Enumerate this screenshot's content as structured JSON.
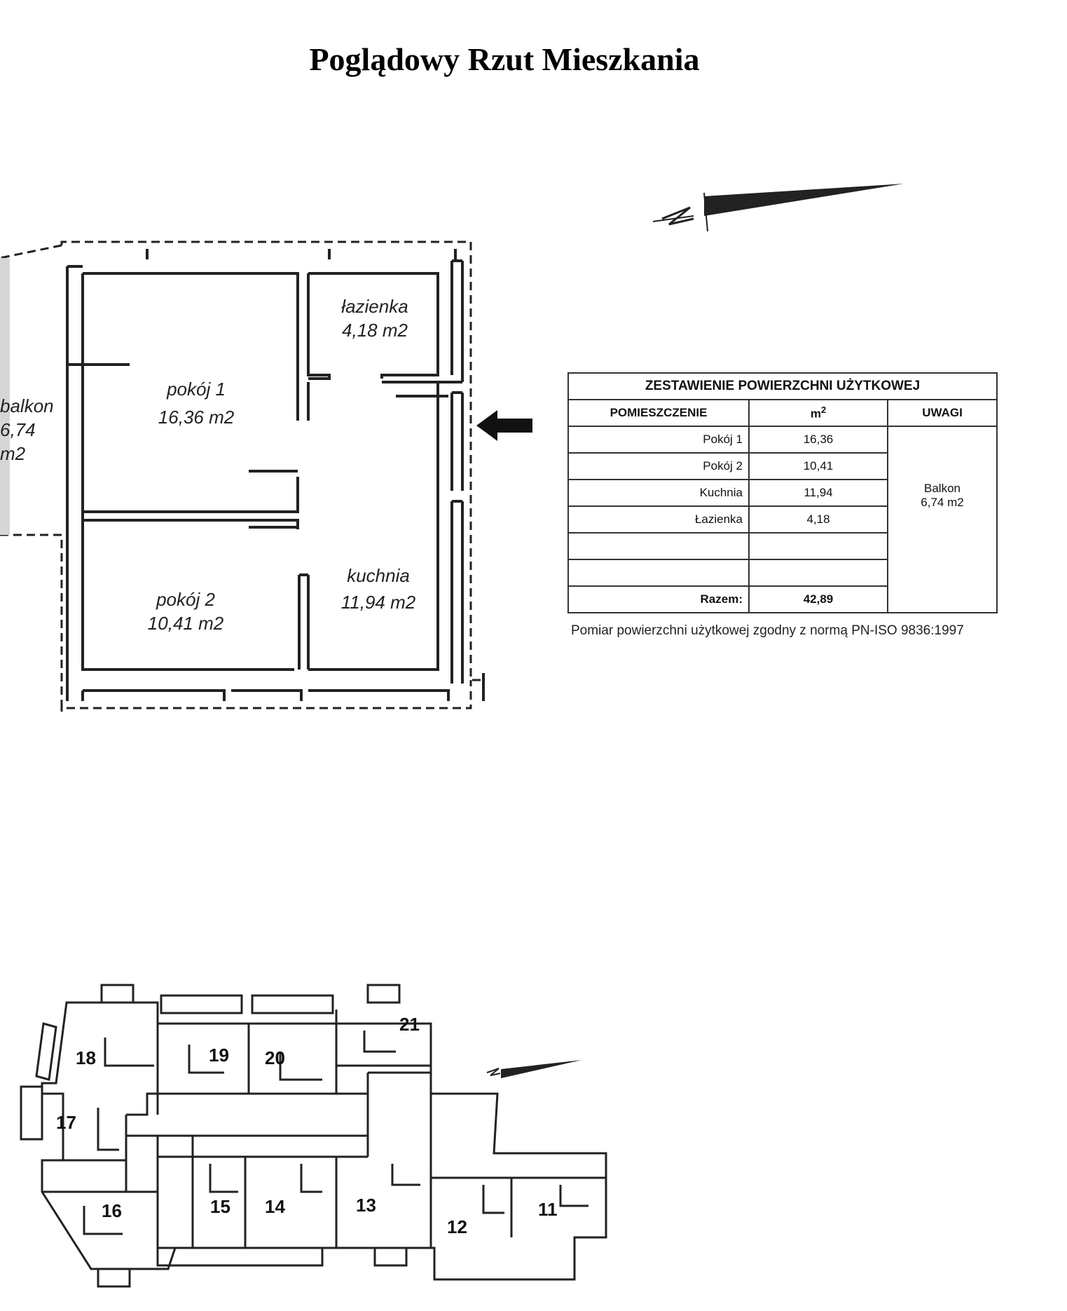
{
  "title": "Poglądowy Rzut Mieszkania",
  "compass_letter": "N",
  "rooms": {
    "balkon": {
      "name": "balkon",
      "area": "6,74 m2"
    },
    "pokoj1": {
      "name": "pokój 1",
      "area": "16,36 m2"
    },
    "lazienka": {
      "name": "łazienka",
      "area": "4,18 m2"
    },
    "pokoj2": {
      "name": "pokój 2",
      "area": "10,41 m2"
    },
    "kuchnia": {
      "name": "kuchnia",
      "area": "11,94 m2"
    }
  },
  "table": {
    "title": "ZESTAWIENIE POWIERZCHNI UŻYTKOWEJ",
    "headers": {
      "room": "POMIESZCZENIE",
      "area": "m",
      "area_sup": "2",
      "notes": "UWAGI"
    },
    "rows": [
      {
        "room": "Pokój 1",
        "area": "16,36"
      },
      {
        "room": "Pokój 2",
        "area": "10,41"
      },
      {
        "room": "Kuchnia",
        "area": "11,94"
      },
      {
        "room": "Łazienka",
        "area": "4,18"
      },
      {
        "room": "",
        "area": ""
      },
      {
        "room": "",
        "area": ""
      }
    ],
    "notes_line1": "Balkon",
    "notes_line2": "6,74 m2",
    "total_label": "Razem:",
    "total_value": "42,89"
  },
  "norm_note": "Pomiar powierzchni użytkowej zgodny z normą PN-ISO 9836:1997",
  "building_units": [
    "18",
    "19",
    "20",
    "21",
    "17",
    "16",
    "15",
    "14",
    "13",
    "12",
    "11"
  ]
}
